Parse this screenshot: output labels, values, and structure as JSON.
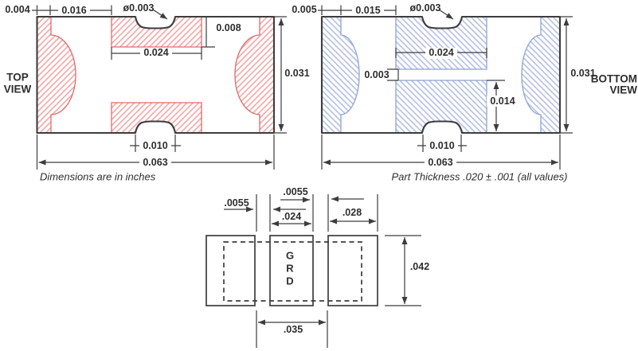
{
  "colors": {
    "red_outline": "#e16a6a",
    "red_hatch": "#f4a9a9",
    "blue_outline": "#8ea2d4",
    "blue_hatch": "#b7c1e5",
    "line": "#3d3d3d",
    "text": "#2e2e2e"
  },
  "top_view": {
    "title_line1": "TOP",
    "title_line2": "VIEW",
    "note": "Dimensions are in inches",
    "dim_left_margin": "0.004",
    "dim_left_offset": "0.016",
    "dim_notch_diameter": "ø0.003",
    "dim_pad_height": "0.008",
    "dim_pad_width": "0.024",
    "dim_body_height": "0.031",
    "dim_notch_width": "0.010",
    "dim_body_width": "0.063"
  },
  "bottom_view": {
    "title_line1": "BOTTOM",
    "title_line2": "VIEW",
    "note": "Part Thickness .020 ± .001 (all values)",
    "dim_left_margin": "0.005",
    "dim_left_offset": "0.015",
    "dim_notch_diameter": "ø0.003",
    "dim_pad_width": "0.024",
    "dim_pad_gap": "0.003",
    "dim_lower_pad_height": "0.014",
    "dim_body_height": "0.031",
    "dim_notch_width": "0.010",
    "dim_body_width": "0.063"
  },
  "land_pattern": {
    "dim_gap_left": ".0055",
    "dim_gap_right": ".0055",
    "dim_center_pad_width": ".024",
    "dim_outer_pad_width": ".028",
    "dim_pad_height": ".042",
    "dim_pad_span": ".035",
    "marking_line1": "G",
    "marking_line2": "R",
    "marking_line3": "D"
  }
}
